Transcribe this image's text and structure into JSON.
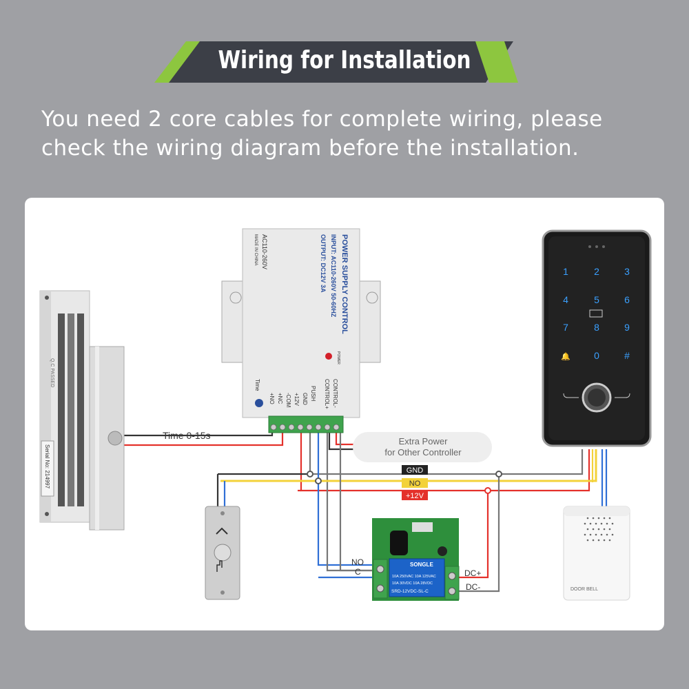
{
  "title": "Wiring for Installation",
  "subtitle_line1": "You need 2 core cables for complete wiring, please",
  "subtitle_line2": "check the wiring diagram before the installation.",
  "colors": {
    "background": "#9fa0a4",
    "banner_dark": "#3c3f47",
    "banner_accent": "#8dc63f",
    "panel": "#ffffff",
    "wire_red": "#e4312b",
    "wire_blue": "#2f6fd6",
    "wire_yellow": "#f3d23a",
    "wire_black": "#333333",
    "wire_gray": "#8a8a8a",
    "keypad_key": "#3aa0ff",
    "terminal_green": "#3fa34d"
  },
  "power_supply": {
    "brand": "POWER SUPPLY CONTROL",
    "input": "INPUT: AC110-260V 50-60HZ",
    "output": "OUTPUT: DC12V 3A",
    "ac_label": "AC110-260V",
    "made_in": "MADE IN CHINA",
    "power_led": "POWER",
    "time_label": "Time",
    "terminals": [
      "+NO",
      "+NC",
      "-COM",
      "+12V",
      "GND",
      "PUSH",
      "CONTROL+",
      "CONTROL-"
    ]
  },
  "magnetic_lock": {
    "qc": "Q.C PASSED",
    "serial": "Serial No: 214997"
  },
  "keypad": {
    "keys": [
      "1",
      "2",
      "3",
      "4",
      "5",
      "6",
      "7",
      "8",
      "9",
      "🔔",
      "0",
      "#"
    ]
  },
  "relay": {
    "brand": "SONGLE",
    "model": "SRD-12VDC-SL-C",
    "spec1": "10A 250VAC 10A 125VAC",
    "spec2": "10A 30VDC 10A 28VDC"
  },
  "door_bell": {
    "label": "DOOR BELL"
  },
  "labels": {
    "time": "Time 0-15s",
    "extra_power_line1": "Extra Power",
    "extra_power_line2": "for Other Controller",
    "gnd": "GND",
    "no": "NO",
    "v12": "+12V",
    "relay_no": "NO",
    "relay_c": "C",
    "dc_plus": "DC+",
    "dc_minus": "DC-"
  }
}
